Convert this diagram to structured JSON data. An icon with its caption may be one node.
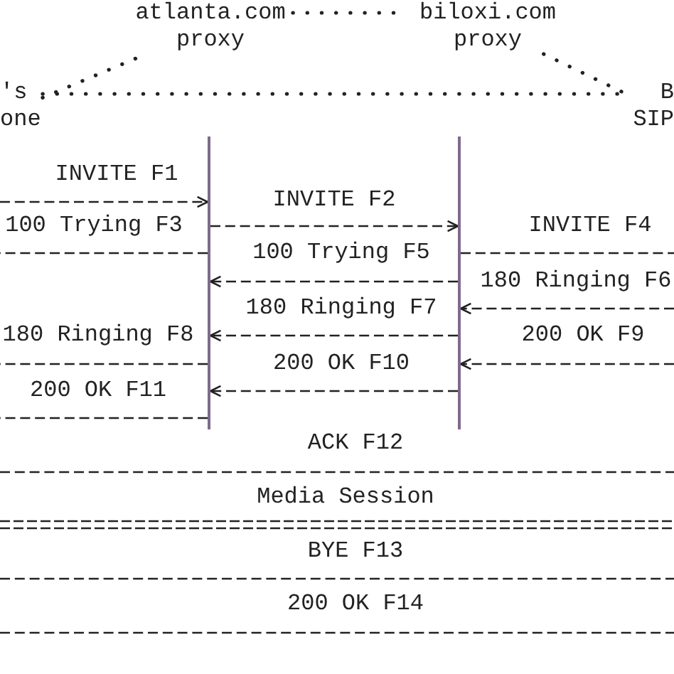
{
  "diagram": {
    "nodes": [
      {
        "text": [
          "atlanta.com proxy"
        ]
      },
      {
        "text": [
          "biloxi.com proxy"
        ]
      },
      {
        "text": [
          "'s one"
        ]
      },
      {
        "text": [
          "B SIP"
        ]
      },
      {
        "text": [],
        "shape": "line"
      },
      {
        "text": [],
        "shape": "line"
      }
    ],
    "edges": [
      {
        "from": 0,
        "to": 1,
        "arrow": "none",
        "style": "dashed"
      },
      {
        "from": 2,
        "to": 0,
        "arrow": "none",
        "style": "dashed"
      },
      {
        "from": 1,
        "to": 3,
        "arrow": "none",
        "style": "dashed"
      },
      {
        "from": 2,
        "to": 3,
        "arrow": "none",
        "style": "dashed"
      },
      {
        "from": null,
        "to": 4,
        "arrow": "to",
        "label": "INVITE F1"
      },
      {
        "from": 4,
        "to": 5,
        "arrow": "to",
        "label": "INVITE F2"
      },
      {
        "from": 4,
        "to": null,
        "arrow": "none",
        "label": "100 Trying F3"
      },
      {
        "from": 5,
        "to": null,
        "arrow": "none",
        "label": "INVITE F4"
      },
      {
        "from": 5,
        "to": 4,
        "arrow": "to",
        "label": "100 Trying F5"
      },
      {
        "from": null,
        "to": 5,
        "arrow": "to",
        "label": "180 Ringing F6"
      },
      {
        "from": 5,
        "to": 4,
        "arrow": "to",
        "label": "180 Ringing F7"
      },
      {
        "from": 4,
        "to": null,
        "arrow": "none",
        "label": "180 Ringing F8"
      },
      {
        "from": null,
        "to": 5,
        "arrow": "to",
        "label": "200 OK F9"
      },
      {
        "from": 5,
        "to": 4,
        "arrow": "to",
        "label": "200 OK F10"
      },
      {
        "from": 4,
        "to": null,
        "arrow": "none",
        "label": "200 OK F11"
      }
    ],
    "labels": [
      "ACK F12",
      "Media Session",
      "BYE F13",
      "200 OK F14"
    ]
  }
}
